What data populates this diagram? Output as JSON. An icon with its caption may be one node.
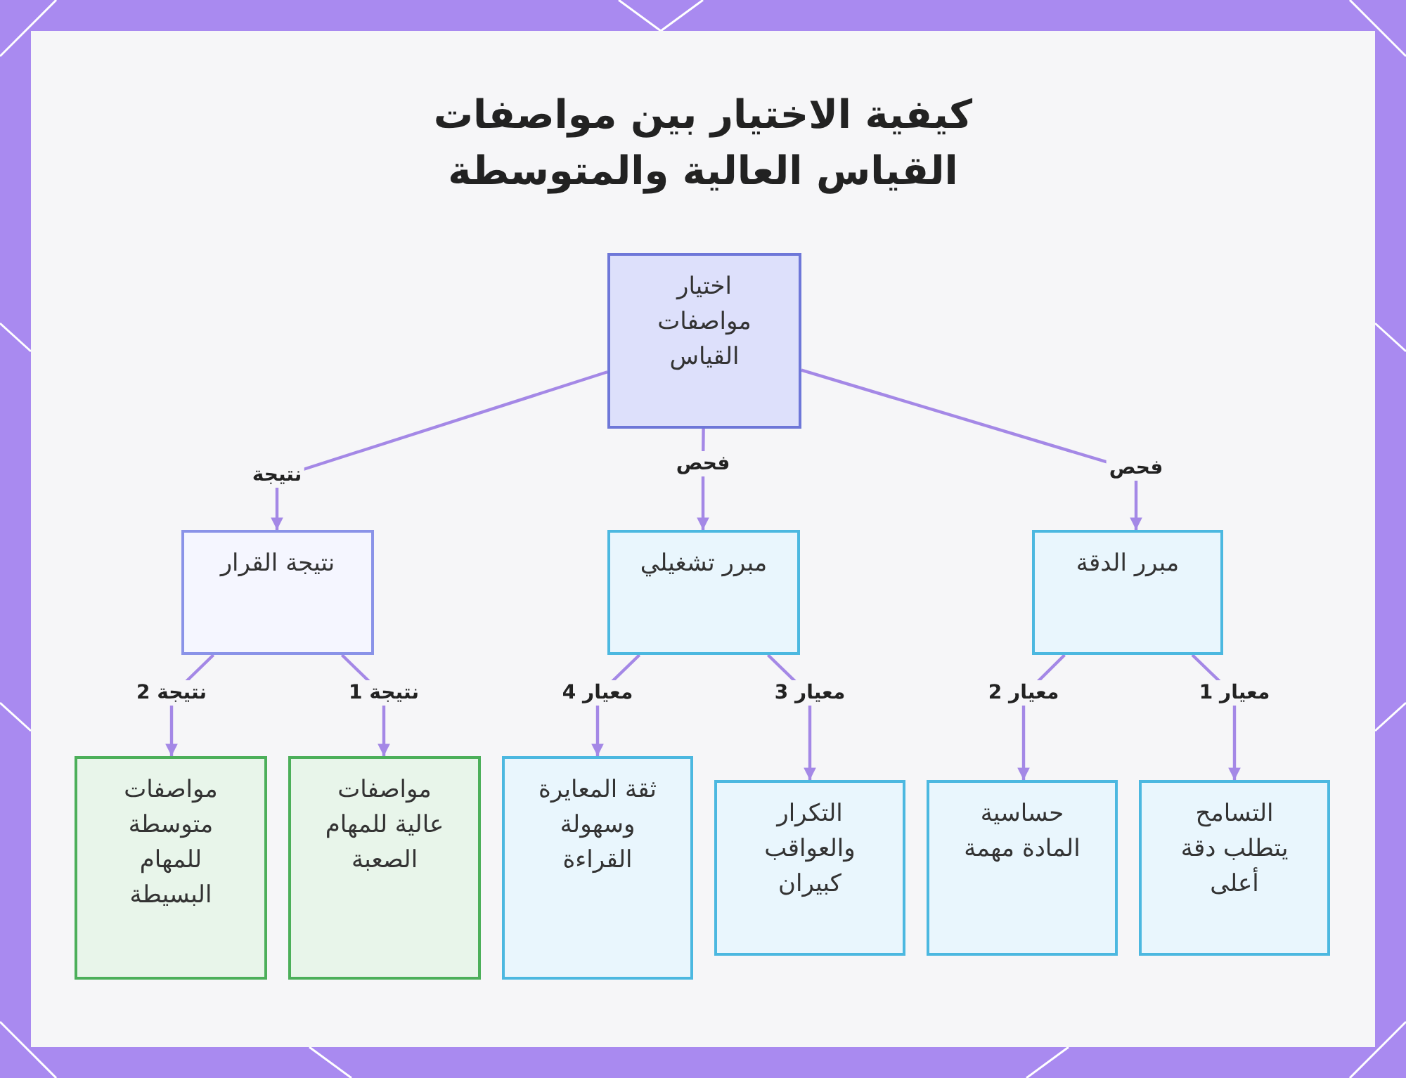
{
  "diagram": {
    "title": "كيفية الاختيار بين مواصفات القياس العالية والمتوسطة",
    "nodes": [
      {
        "text": [
          "اختيار مواصفات القياس"
        ]
      },
      {
        "text": [
          "مبرر الدقة"
        ]
      },
      {
        "text": [
          "مبرر تشغيلي"
        ]
      },
      {
        "text": [
          "نتيجة القرار"
        ]
      },
      {
        "text": [
          "التسامح يتطلب دقة أعلى"
        ]
      },
      {
        "text": [
          "حساسية المادة مهمة"
        ]
      },
      {
        "text": [
          "التكرار والعواقب كبيران"
        ]
      },
      {
        "text": [
          "ثقة المعايرة وسهولة القراءة"
        ]
      },
      {
        "text": [
          "مواصفات عالية للمهام الصعبة"
        ]
      },
      {
        "text": [
          "مواصفات متوسطة للمهام البسيطة"
        ]
      }
    ],
    "edges": [
      {
        "from": 0,
        "to": 1,
        "arrow": "to",
        "label": "فحص"
      },
      {
        "from": 0,
        "to": 2,
        "arrow": "to",
        "label": "فحص"
      },
      {
        "from": 0,
        "to": 3,
        "arrow": "to",
        "label": "نتيجة"
      },
      {
        "from": 1,
        "to": 4,
        "arrow": "to",
        "label": "معيار 1"
      },
      {
        "from": 1,
        "to": 5,
        "arrow": "to",
        "label": "معيار 2"
      },
      {
        "from": 2,
        "to": 6,
        "arrow": "to",
        "label": "معيار 3"
      },
      {
        "from": 2,
        "to": 7,
        "arrow": "to",
        "label": "معيار 4"
      },
      {
        "from": 3,
        "to": 8,
        "arrow": "to",
        "label": "نتيجة 1"
      },
      {
        "from": 3,
        "to": 9,
        "arrow": "to",
        "label": "نتيجة 2"
      }
    ]
  }
}
